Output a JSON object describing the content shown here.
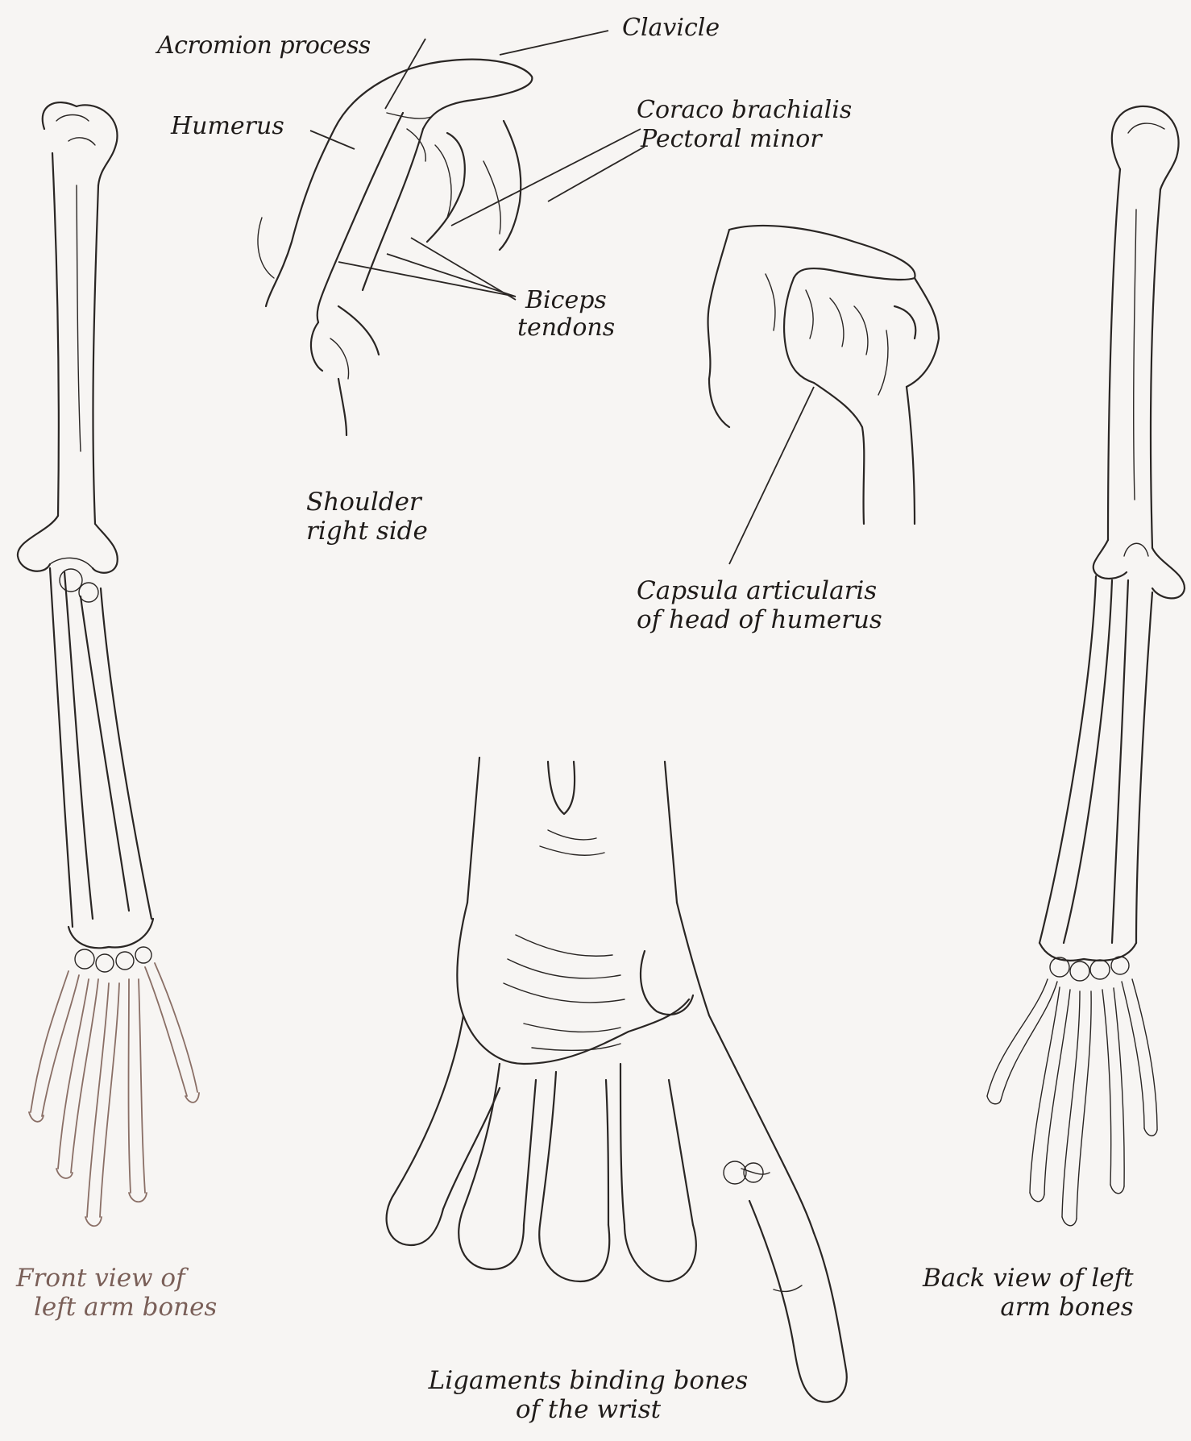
{
  "figure": {
    "shoulder_labels": {
      "acromion": "Acromion process",
      "clavicle": "Clavicle",
      "humerus": "Humerus",
      "coraco": "Coraco brachialis",
      "pectoral": "Pectoral minor",
      "biceps_line1": "Biceps",
      "biceps_line2": "tendons"
    },
    "captions": {
      "shoulder_line1": "Shoulder",
      "shoulder_line2": "right side",
      "capsule_line1": "Capsula articularis",
      "capsule_line2": "of head of humerus",
      "front_line1": "Front view of",
      "front_line2": "left arm bones",
      "back_line1": "Back view of left",
      "back_line2": "arm bones",
      "wrist_line1": "Ligaments binding bones",
      "wrist_line2": "of the wrist"
    },
    "colors": {
      "paper": "#f7f5f3",
      "ink": "#2a2624",
      "faded_ink": "#8a6f66"
    }
  }
}
